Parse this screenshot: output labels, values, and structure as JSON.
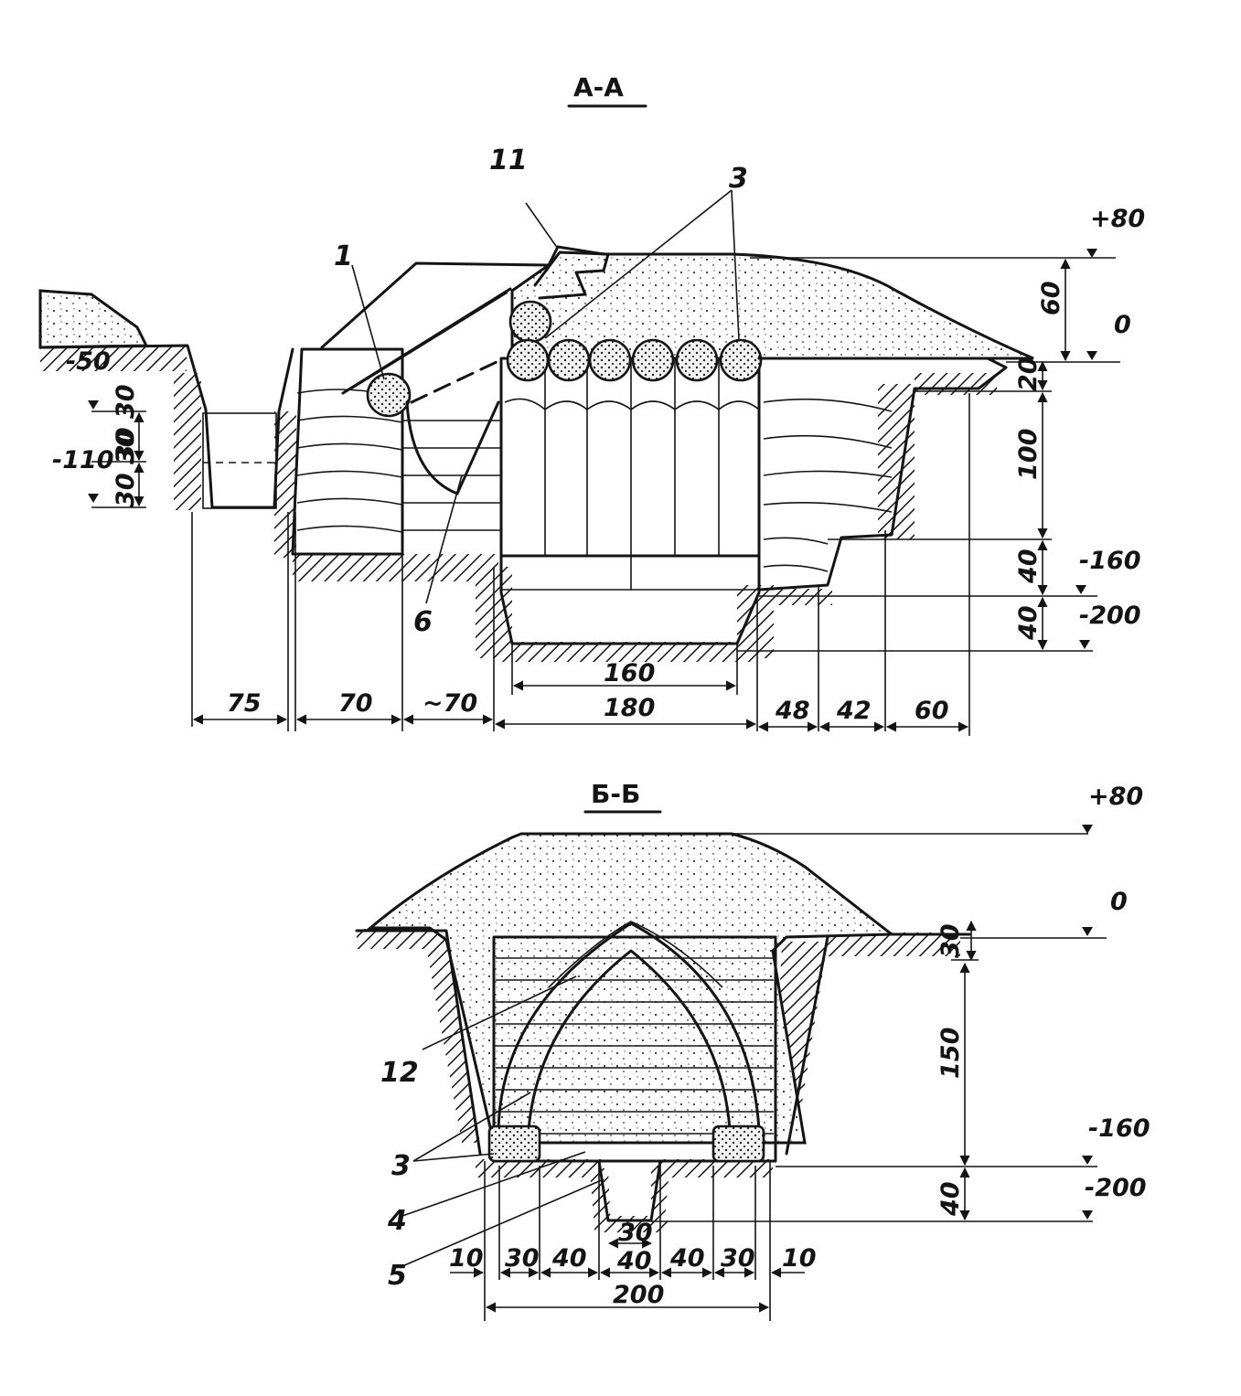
{
  "section_aa": {
    "title": "А-А",
    "callouts": {
      "c11": "11",
      "c3": "3",
      "c1": "1",
      "c6": "6"
    },
    "levels": {
      "plus80": "+80",
      "zero": "0",
      "minus50": "-50",
      "minus110": "-110",
      "minus160": "-160",
      "minus200": "-200"
    },
    "vertical_dims": {
      "d60": "60",
      "d20": "20",
      "d100": "100",
      "d40a": "40",
      "d40b": "40",
      "d3030a": "30 30",
      "d3030b": "30 30"
    },
    "horizontal_dims": {
      "d75": "75",
      "d70": "70",
      "d70approx": "~70",
      "d160": "160",
      "d180": "180",
      "d48": "48",
      "d42": "42",
      "d60": "60"
    }
  },
  "section_bb": {
    "title": "Б-Б",
    "callouts": {
      "c12": "12",
      "c3": "3",
      "c4": "4",
      "c5": "5"
    },
    "levels": {
      "plus80": "+80",
      "zero": "0",
      "minus160": "-160",
      "minus200": "-200"
    },
    "vertical_dims": {
      "d30": "30",
      "d150": "150",
      "d40": "40"
    },
    "horizontal_dims": {
      "d10a": "10",
      "d30a": "30",
      "d40a": "40",
      "d40c": "40",
      "d40b": "40",
      "d30b": "30",
      "d10b": "10",
      "d30bottom": "30",
      "d200": "200"
    }
  }
}
